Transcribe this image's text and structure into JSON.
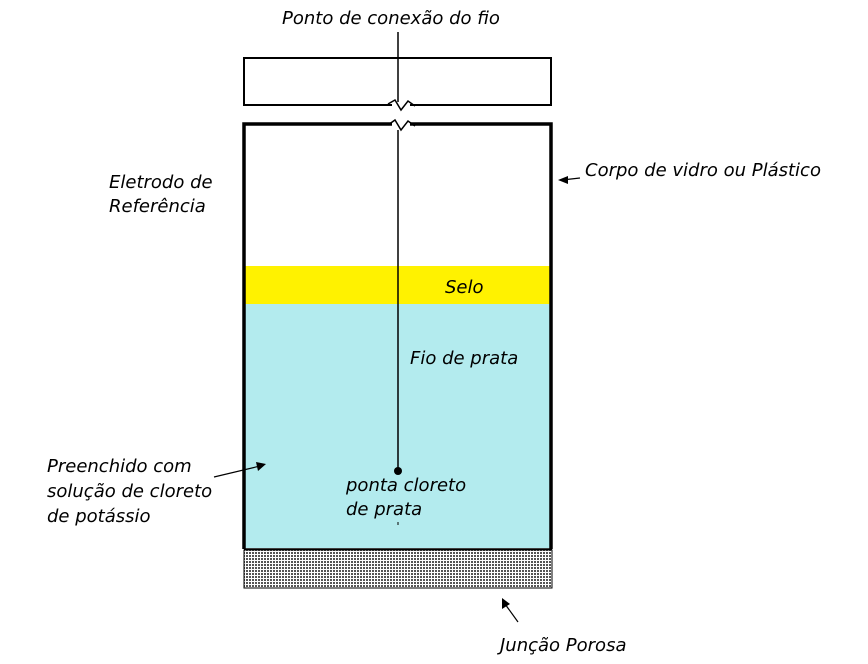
{
  "labels": {
    "wire_connection": "Ponto de conexão do fio",
    "electrode_line1": "Eletrodo de",
    "electrode_line2": "Referência",
    "body": "Corpo de vidro ou Plástico",
    "seal": "Selo",
    "silver_wire": "Fio de prata",
    "filled_line1": "Preenchido com",
    "filled_line2": "solução de cloreto",
    "filled_line3": "de potássio",
    "tip_line1": "ponta cloreto",
    "tip_line2": "de prata",
    "junction": "Junção Porosa"
  },
  "colors": {
    "seal": "#FFF200",
    "solution": "#B3EBEE",
    "outline": "#000000",
    "junction": "#5A5A5A"
  }
}
